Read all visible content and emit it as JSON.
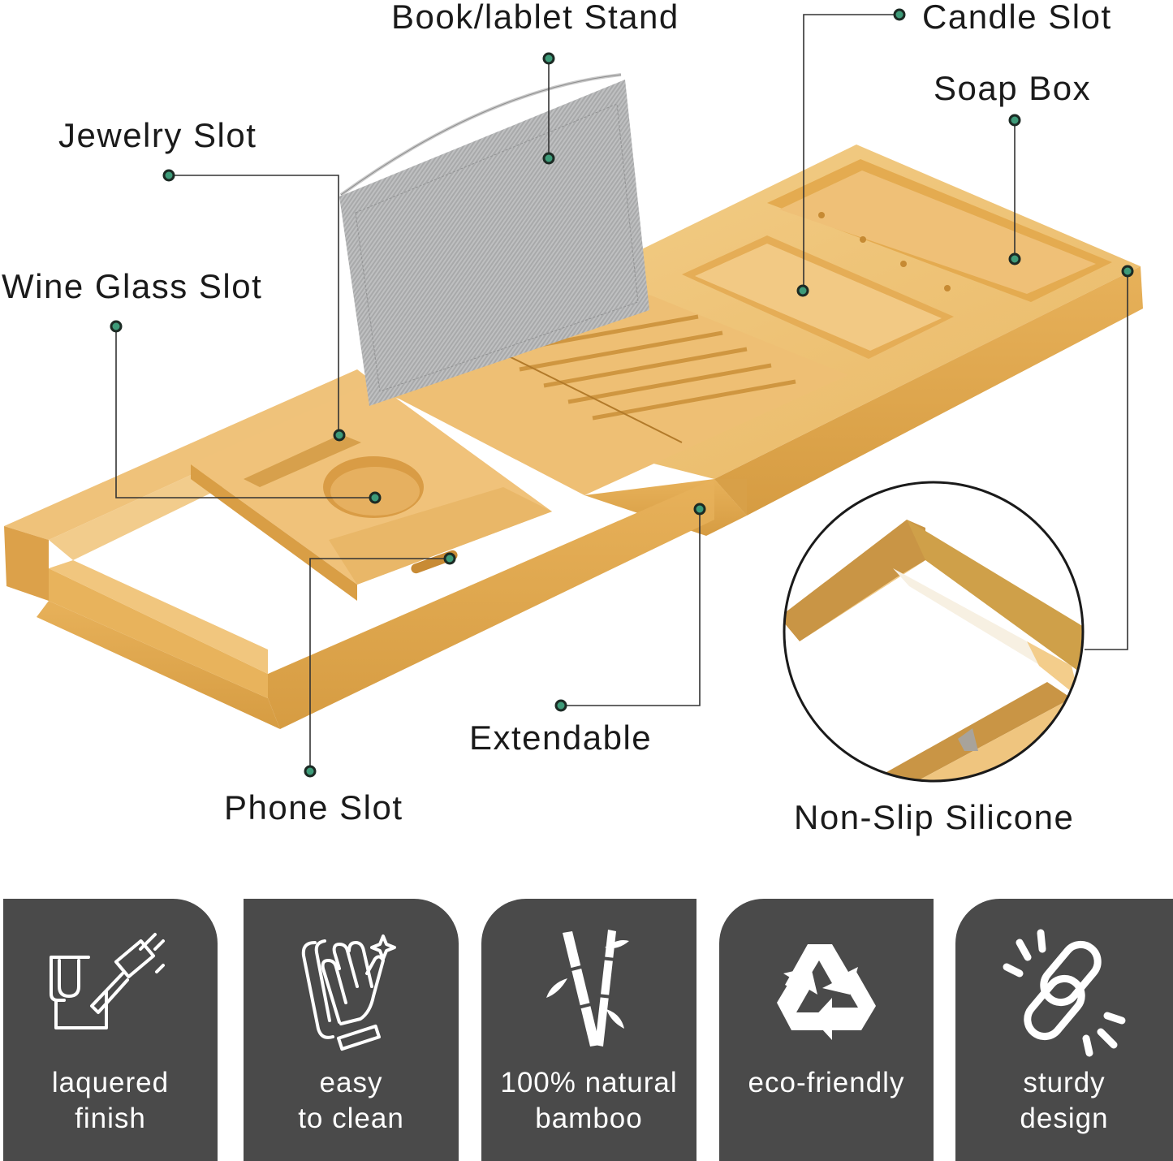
{
  "callouts": [
    {
      "id": "book-tablet-stand",
      "label": "Book/lablet Stand"
    },
    {
      "id": "candle-slot",
      "label": "Candle Slot"
    },
    {
      "id": "soap-box",
      "label": "Soap Box"
    },
    {
      "id": "jewelry-slot",
      "label": "Jewelry Slot"
    },
    {
      "id": "wine-glass-slot",
      "label": "Wine Glass Slot"
    },
    {
      "id": "extendable",
      "label": "Extendable"
    },
    {
      "id": "phone-slot",
      "label": "Phone Slot"
    },
    {
      "id": "non-slip-silicone",
      "label": "Non-Slip Silicone"
    }
  ],
  "features": [
    {
      "icon": "paint-roller-icon",
      "line1": "laquered",
      "line2": "finish"
    },
    {
      "icon": "cleaning-glove-icon",
      "line1": "easy",
      "line2": "to clean"
    },
    {
      "icon": "bamboo-icon",
      "line1": "100% natural",
      "line2": "bamboo"
    },
    {
      "icon": "recycle-icon",
      "line1": "eco-friendly",
      "line2": ""
    },
    {
      "icon": "chain-link-icon",
      "line1": "sturdy",
      "line2": "design"
    }
  ],
  "colors": {
    "dot_fill": "#3e9b79",
    "dot_stroke": "#1c2a24",
    "leader_line": "#333333",
    "card_bg": "#4a4a4a",
    "bamboo_light": "#f1c77a",
    "bamboo_mid": "#e3ad52",
    "bamboo_dark": "#c98f34",
    "fabric_gray": "#a9aaab"
  }
}
